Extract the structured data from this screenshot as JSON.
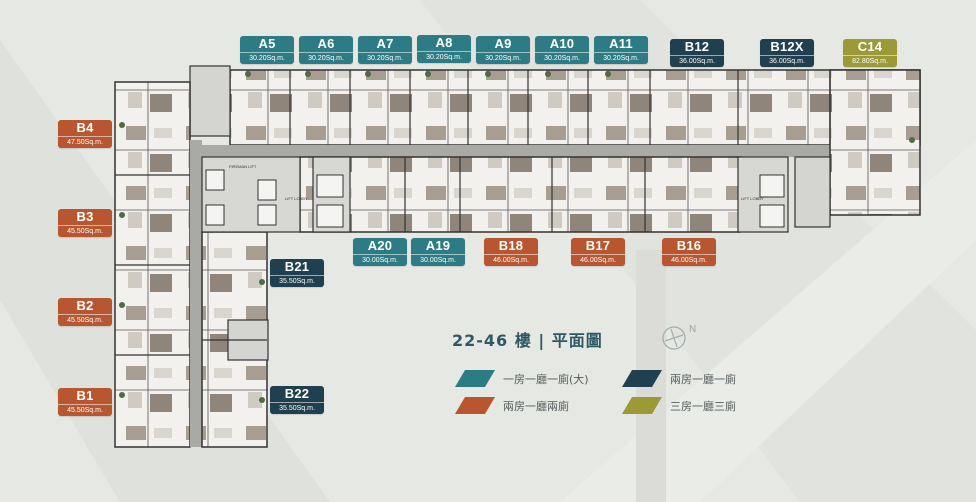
{
  "floor_title": "22-46 樓 | 平面圖",
  "compass_label": "N",
  "colors": {
    "one_bed_large": "#2d7b84",
    "one_bed": "#20404f",
    "two_bed": "#b8562f",
    "three_bed": "#9b9a36"
  },
  "units": [
    {
      "code": "A5",
      "area": "30.20Sq.m.",
      "type": "one_bed_large"
    },
    {
      "code": "A6",
      "area": "30.20Sq.m.",
      "type": "one_bed_large"
    },
    {
      "code": "A7",
      "area": "30.20Sq.m.",
      "type": "one_bed_large"
    },
    {
      "code": "A8",
      "area": "30.20Sq.m.",
      "type": "one_bed_large"
    },
    {
      "code": "A9",
      "area": "30.20Sq.m.",
      "type": "one_bed_large"
    },
    {
      "code": "A10",
      "area": "30.20Sq.m.",
      "type": "one_bed_large"
    },
    {
      "code": "A11",
      "area": "30.20Sq.m.",
      "type": "one_bed_large"
    },
    {
      "code": "B12",
      "area": "36.00Sq.m.",
      "type": "one_bed"
    },
    {
      "code": "B12X",
      "area": "36.00Sq.m.",
      "type": "one_bed"
    },
    {
      "code": "C14",
      "area": "82.80Sq.m.",
      "type": "three_bed"
    },
    {
      "code": "B4",
      "area": "47.50Sq.m.",
      "type": "two_bed"
    },
    {
      "code": "B3",
      "area": "45.50Sq.m.",
      "type": "two_bed"
    },
    {
      "code": "B2",
      "area": "45.50Sq.m.",
      "type": "two_bed"
    },
    {
      "code": "B1",
      "area": "45.50Sq.m.",
      "type": "two_bed"
    },
    {
      "code": "A20",
      "area": "30.00Sq.m.",
      "type": "one_bed_large"
    },
    {
      "code": "A19",
      "area": "30.00Sq.m.",
      "type": "one_bed_large"
    },
    {
      "code": "B18",
      "area": "46.00Sq.m.",
      "type": "two_bed"
    },
    {
      "code": "B17",
      "area": "46.00Sq.m.",
      "type": "two_bed"
    },
    {
      "code": "B16",
      "area": "46.00Sq.m.",
      "type": "two_bed"
    },
    {
      "code": "B21",
      "area": "35.50Sq.m.",
      "type": "one_bed"
    },
    {
      "code": "B22",
      "area": "35.50Sq.m.",
      "type": "one_bed"
    }
  ],
  "legend": [
    {
      "label": "一房一廳一廁(大)",
      "type": "one_bed_large"
    },
    {
      "label": "兩房一廳一廁",
      "type": "one_bed"
    },
    {
      "label": "兩房一廳兩廁",
      "type": "two_bed"
    },
    {
      "label": "三房一廳三廁",
      "type": "three_bed"
    }
  ],
  "plan_labels": {
    "fireman_lift": "FIREMAN LIFT",
    "lift_lobby": "LIFT LOBBY"
  }
}
